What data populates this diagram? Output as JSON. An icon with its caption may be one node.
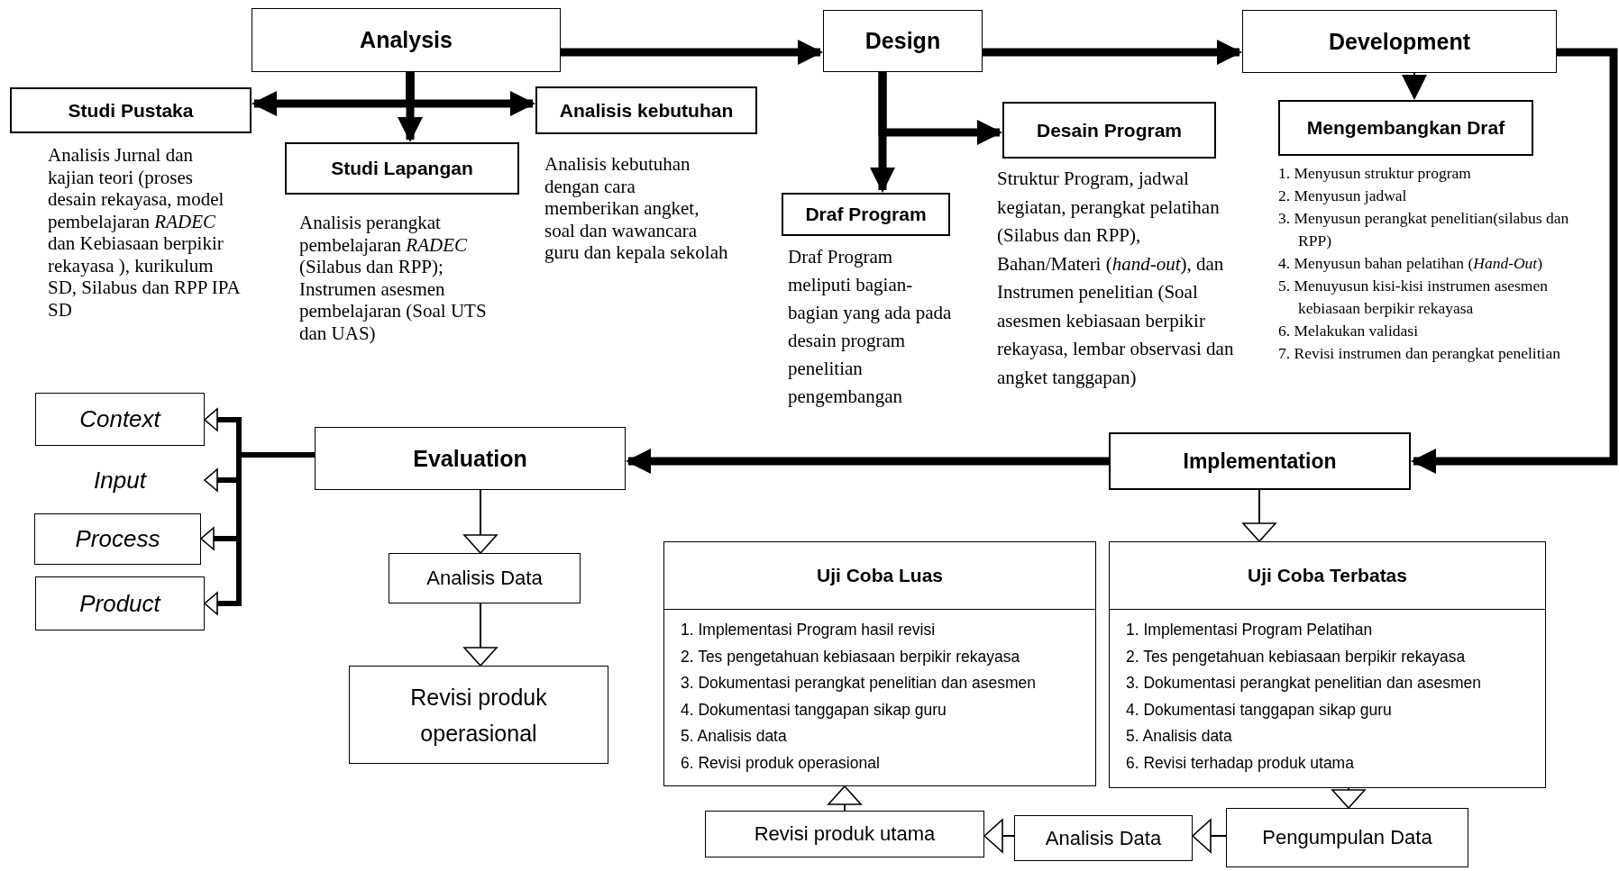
{
  "diagram": {
    "nodes": [
      {
        "text": [
          "Analysis"
        ]
      },
      {
        "text": [
          "Studi Pustaka"
        ],
        "beside": [
          "Analisis Jurnal dan kajian teori (proses desain rekayasa, model pembelajaran *RADEC* dan Kebiasaan berpikir rekayasa ), kurikulum SD, Silabus dan RPP IPA SD"
        ]
      },
      {
        "text": [
          "Studi Lapangan"
        ],
        "beside": [
          "Analisis perangkat pembelajaran *RADEC* (Silabus dan RPP); Instrumen asesmen pembelajaran (Soal UTS dan UAS)"
        ]
      },
      {
        "text": [
          "Analisis kebutuhan"
        ],
        "beside": [
          "Analisis kebutuhan dengan cara memberikan angket, soal dan wawancara guru dan kepala sekolah"
        ]
      },
      {
        "text": [
          "Design"
        ]
      },
      {
        "text": [
          "Draf Program"
        ],
        "beside": [
          "Draf Program meliputi bagian-bagian yang ada pada desain program penelitian pengembangan"
        ]
      },
      {
        "text": [
          "Desain Program"
        ],
        "beside": [
          "Struktur Program, jadwal kegiatan, perangkat pelatihan (Silabus dan RPP), Bahan/Materi (*hand-out*), dan Instrumen penelitian (Soal asesmen kebiasaan berpikir rekayasa, lembar observasi dan angket tanggapan)"
        ]
      },
      {
        "text": [
          "Development"
        ]
      },
      {
        "text": [
          "Mengembangkan Draf"
        ],
        "beside": [
          "1. Menyusun struktur program",
          "2. Menyusun jadwal",
          "3. Menyusun perangkat penelitian(silabus dan RPP)",
          "4. Menyusun bahan pelatihan (*Hand-Out*)",
          "5. Menuyusun kisi-kisi instrumen asesmen kebiasaan berpikir rekayasa",
          "6. Melakukan validasi",
          "7. Revisi instrumen dan perangkat penelitian"
        ]
      },
      {
        "text": [
          "Context"
        ]
      },
      {
        "text": [
          "Input"
        ]
      },
      {
        "text": [
          "Process"
        ]
      },
      {
        "text": [
          "Product"
        ]
      },
      {
        "text": [
          "Evaluation"
        ]
      },
      {
        "text": [
          "Implementation"
        ]
      },
      {
        "text": [
          "Analisis Data"
        ]
      },
      {
        "text": [
          "Revisi produk operasional"
        ]
      },
      {
        "text": [
          "Uji Coba Luas",
          "1. Implementasi Program hasil revisi",
          "2. Tes pengetahuan kebiasaan berpikir rekayasa",
          "3. Dokumentasi perangkat penelitian dan asesmen",
          "4. Dokumentasi tanggapan sikap guru",
          "5. Analisis data",
          "6. Revisi produk operasional"
        ]
      },
      {
        "text": [
          "Uji Coba Terbatas",
          "1. Implementasi Program Pelatihan",
          "2. Tes pengetahuan kebiasaan berpikir rekayasa",
          "3. Dokumentasi perangkat penelitian dan asesmen",
          "4. Dokumentasi tanggapan sikap guru",
          "5. Analisis data",
          "6. Revisi terhadap produk utama"
        ]
      },
      {
        "text": [
          "Revisi produk utama"
        ]
      },
      {
        "text": [
          "Analisis Data"
        ]
      },
      {
        "text": [
          "Pengumpulan Data"
        ]
      }
    ],
    "edges": [
      {
        "from": 0,
        "to": 4,
        "arrow": "to"
      },
      {
        "from": 0,
        "to": 1,
        "arrow": "to"
      },
      {
        "from": 0,
        "to": 2,
        "arrow": "to"
      },
      {
        "from": 0,
        "to": 3,
        "arrow": "to"
      },
      {
        "from": 4,
        "to": 7,
        "arrow": "to"
      },
      {
        "from": 4,
        "to": 5,
        "arrow": "to"
      },
      {
        "from": 4,
        "to": 6,
        "arrow": "to"
      },
      {
        "from": 7,
        "to": 8,
        "arrow": "to"
      },
      {
        "from": 7,
        "to": 14,
        "arrow": "to"
      },
      {
        "from": 14,
        "to": 13,
        "arrow": "to"
      },
      {
        "from": 14,
        "to": 18,
        "arrow": "to"
      },
      {
        "from": 18,
        "to": 21,
        "arrow": "to"
      },
      {
        "from": 21,
        "to": 20,
        "arrow": "to"
      },
      {
        "from": 20,
        "to": 19,
        "arrow": "to"
      },
      {
        "from": 19,
        "to": 17,
        "arrow": "to"
      },
      {
        "from": 13,
        "to": 15,
        "arrow": "to"
      },
      {
        "from": 15,
        "to": 16,
        "arrow": "to"
      },
      {
        "from": 13,
        "to": 9,
        "arrow": "to"
      },
      {
        "from": 13,
        "to": 10,
        "arrow": "to"
      },
      {
        "from": 13,
        "to": 11,
        "arrow": "to"
      },
      {
        "from": 13,
        "to": 12,
        "arrow": "to"
      }
    ]
  }
}
